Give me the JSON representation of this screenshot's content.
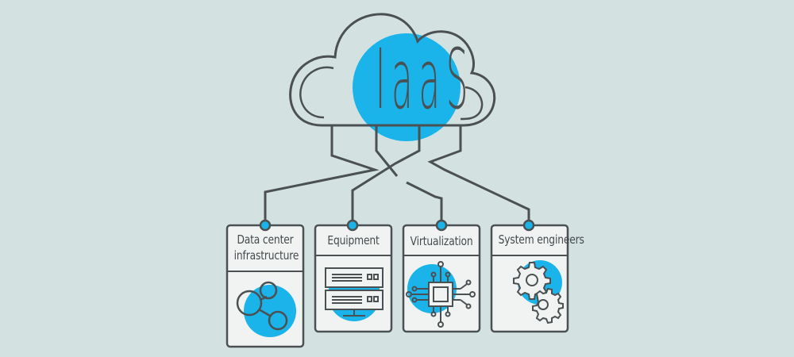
{
  "title": "IaaS",
  "colors": {
    "background": "#d3e2e1",
    "line": "#4b5052",
    "accent": "#1ab4ea",
    "card_fill": "#f1f3f3"
  },
  "cards": [
    {
      "label_lines": [
        "Data center",
        "infrastructure"
      ],
      "icon": "network-nodes-icon"
    },
    {
      "label_lines": [
        "Equipment"
      ],
      "icon": "server-rack-icon"
    },
    {
      "label_lines": [
        "Virtualization"
      ],
      "icon": "chip-icon"
    },
    {
      "label_lines": [
        "System engineers"
      ],
      "icon": "gears-icon"
    }
  ]
}
